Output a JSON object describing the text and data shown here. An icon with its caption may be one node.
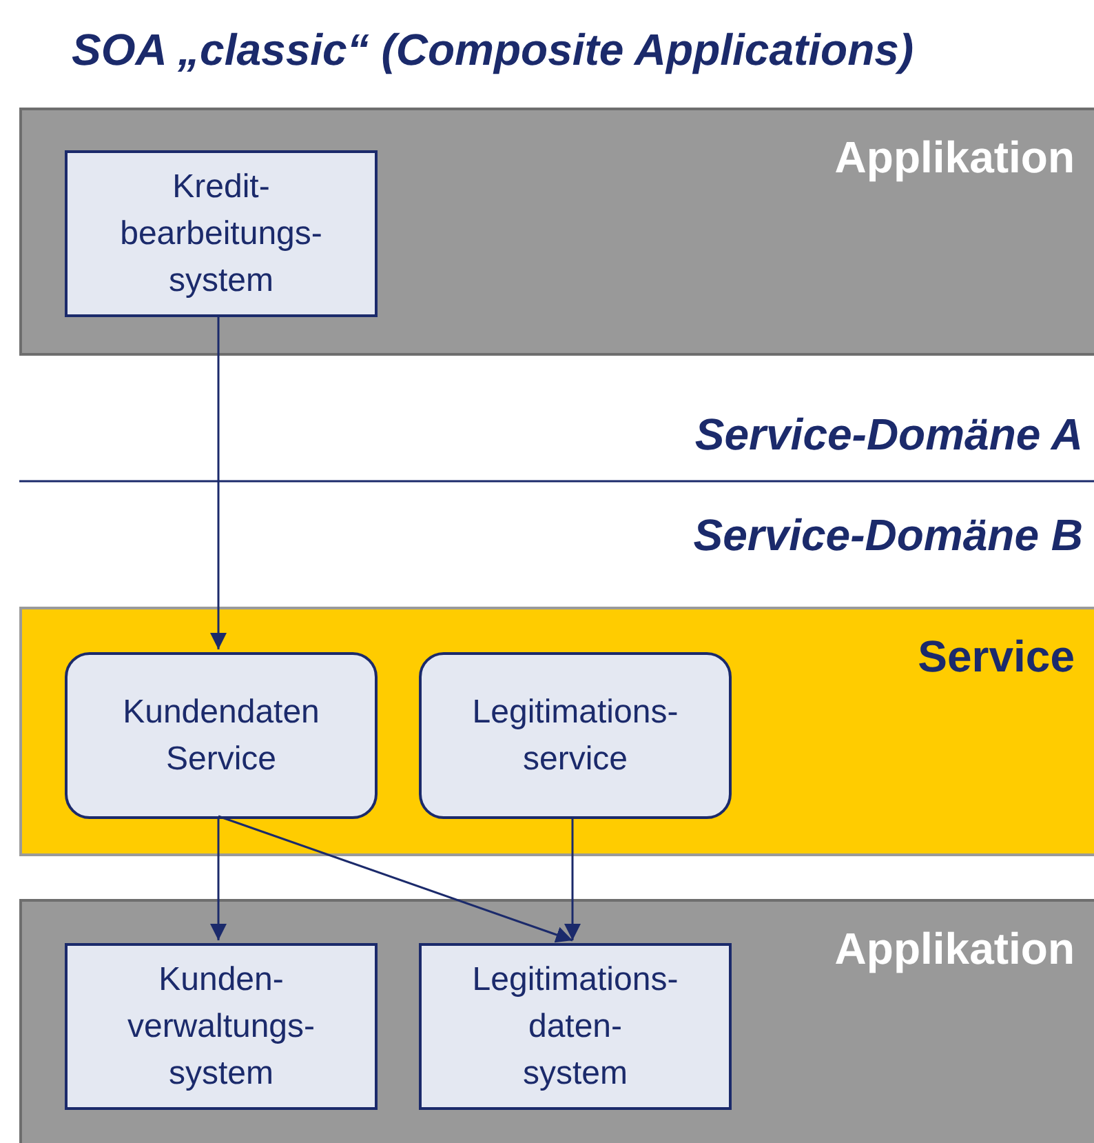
{
  "diagram": {
    "title": "SOA „classic“ (Composite Applications)",
    "nodes": [
      {
        "text": [
          "Applikation"
        ]
      },
      {
        "text": [
          "Kredit- bearbeitungs- system"
        ],
        "in": 0
      },
      {
        "text": [
          "Service"
        ]
      },
      {
        "text": [
          "Kundendaten Service"
        ],
        "in": 2
      },
      {
        "text": [
          "Legitimations- service"
        ],
        "in": 2
      },
      {
        "text": [
          "Applikation"
        ]
      },
      {
        "text": [
          "Kunden- verwaltungs- system"
        ],
        "in": 5
      },
      {
        "text": [
          "Legitimations- daten- system"
        ],
        "in": 5
      }
    ],
    "edges": [
      {
        "from": 1,
        "to": 3,
        "arrow": "to"
      },
      {
        "from": 3,
        "to": 6,
        "arrow": "to"
      },
      {
        "from": 3,
        "to": 7,
        "arrow": "to"
      },
      {
        "from": 4,
        "to": 7,
        "arrow": "to"
      }
    ],
    "labels": [
      "Service-Domäne A",
      "Service-Domäne B"
    ]
  }
}
